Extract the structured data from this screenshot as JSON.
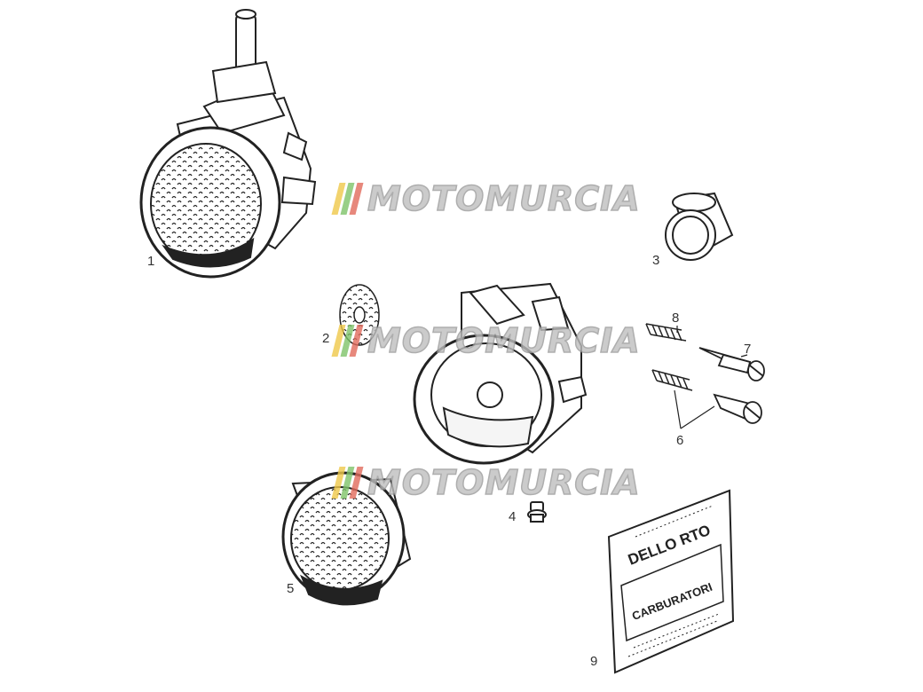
{
  "watermark": {
    "text": "MOTOMURCIA",
    "stripe_colors": [
      "#f0c94a",
      "#7fc46a",
      "#e26b5c"
    ]
  },
  "callouts": [
    {
      "id": "1",
      "label": "1"
    },
    {
      "id": "2",
      "label": "2"
    },
    {
      "id": "3",
      "label": "3"
    },
    {
      "id": "4",
      "label": "4"
    },
    {
      "id": "5",
      "label": "5"
    },
    {
      "id": "6",
      "label": "6"
    },
    {
      "id": "7",
      "label": "7"
    },
    {
      "id": "8",
      "label": "8"
    },
    {
      "id": "9",
      "label": "9"
    }
  ],
  "kit_bag": {
    "brand": "DELLO RTO",
    "subtitle": "CARBURATORI"
  },
  "colors": {
    "line": "#222222",
    "background": "#ffffff"
  }
}
